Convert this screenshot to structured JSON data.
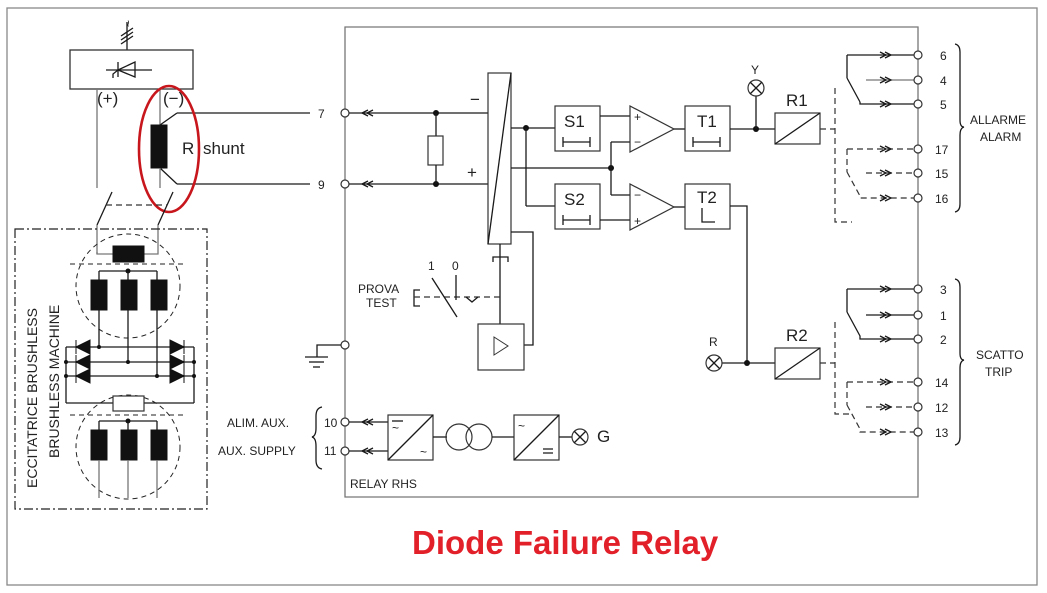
{
  "title": "Diode Failure Relay",
  "colors": {
    "title": "#e2202a",
    "highlight": "#c8161d",
    "line": "#1a1a1a"
  },
  "exciter": {
    "supply_symbol": "~",
    "plus_label": "(+)",
    "minus_label": "(−)",
    "shunt_label_r": "R",
    "shunt_label": "shunt",
    "machine_label_it": "ECCITATRICE  BRUSHLESS",
    "machine_label_en": "BRUSHLESS  MACHINE"
  },
  "relay": {
    "name": "RELAY  RHS",
    "inputs": {
      "terminal_7": "7",
      "terminal_9": "9",
      "minus": "−",
      "plus": "+"
    },
    "blocks": {
      "s1": "S1",
      "s2": "S2",
      "t1": "T1",
      "t2": "T2",
      "r1": "R1",
      "r2": "R2"
    },
    "lamps": {
      "yellow": "Y",
      "red": "R",
      "green": "G"
    },
    "test": {
      "label_it": "PROVA",
      "label_en": "TEST",
      "pos1": "1",
      "pos0": "0"
    },
    "aux": {
      "label_it": "ALIM.  AUX.",
      "label_en": "AUX.  SUPPLY",
      "t10": "10",
      "t11": "11"
    },
    "alarm": {
      "label_it": "ALLARME",
      "label_en": "ALARM",
      "terminals": [
        "6",
        "4",
        "5",
        "17",
        "15",
        "16"
      ]
    },
    "trip": {
      "label_it": "SCATTO",
      "label_en": "TRIP",
      "terminals": [
        "3",
        "1",
        "2",
        "14",
        "12",
        "13"
      ]
    }
  }
}
